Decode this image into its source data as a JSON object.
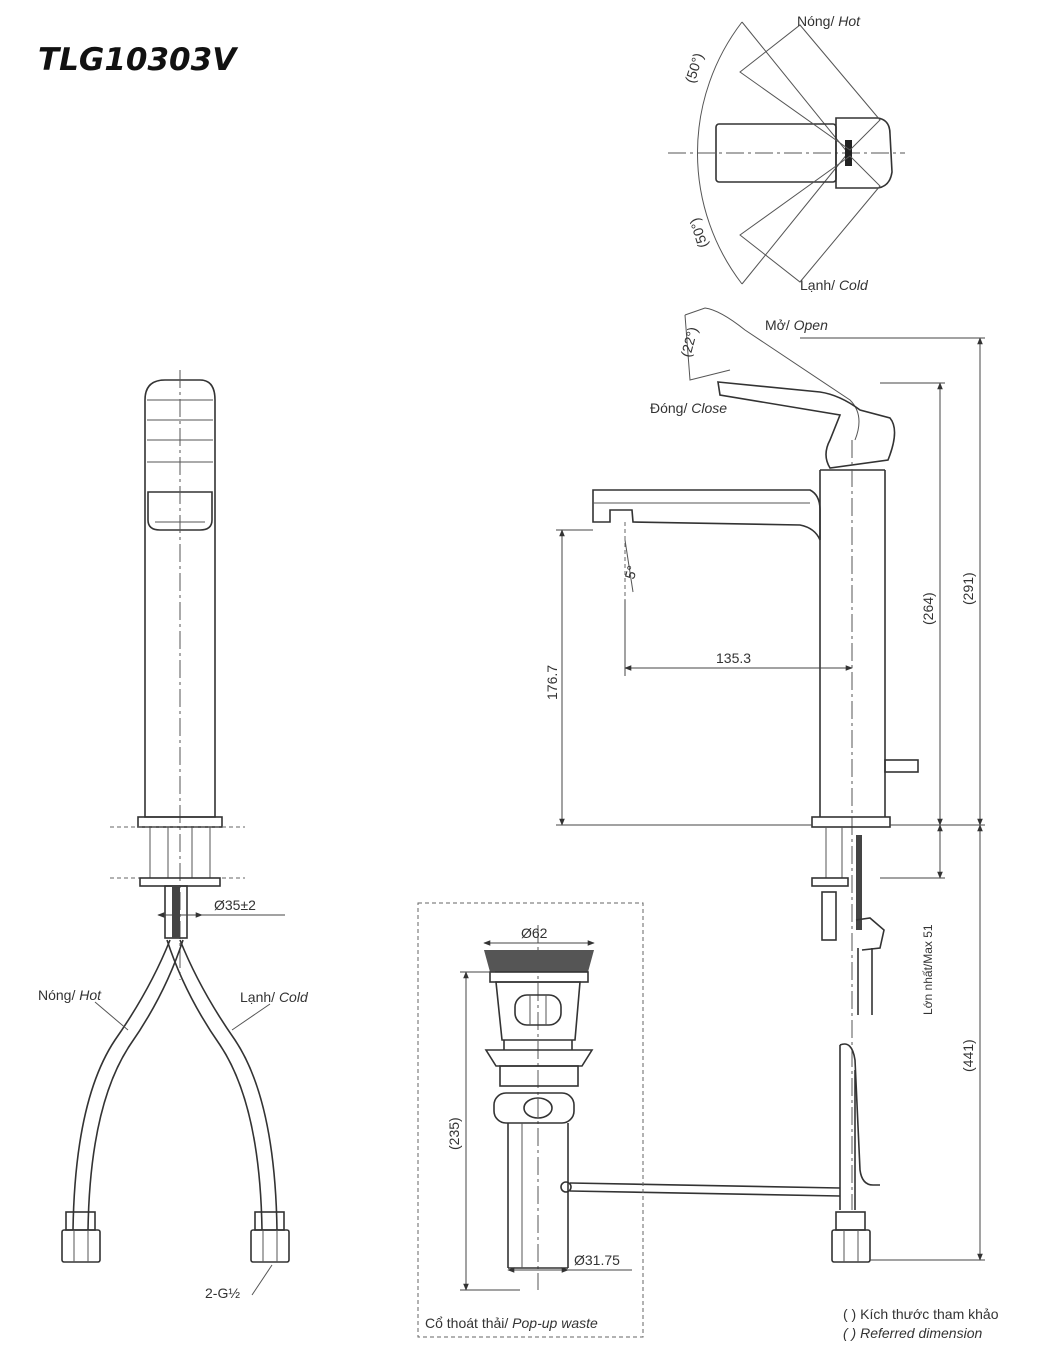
{
  "model": "TLG10303V",
  "handle_rotation": {
    "hot": {
      "vi": "Nóng/",
      "en": "Hot"
    },
    "cold": {
      "vi": "Lạnh/",
      "en": "Cold"
    },
    "hot_angle": "(50°)",
    "cold_angle": "(50°)"
  },
  "lever": {
    "open": {
      "vi": "Mở/",
      "en": "Open"
    },
    "close": {
      "vi": "Đóng/",
      "en": "Close"
    },
    "angle": "(22°)",
    "spout_angle": "5°"
  },
  "front_view": {
    "hole_dia": "Ø35±2",
    "hot": {
      "vi": "Nóng/",
      "en": "Hot"
    },
    "cold": {
      "vi": "Lạnh/",
      "en": "Cold"
    },
    "thread": "2-G½"
  },
  "side_view": {
    "reach": "135.3",
    "spout_height": "176.7",
    "height_264": "(264)",
    "height_291": "(291)",
    "height_441": "(441)",
    "deck_max": "Lớn nhất/Max 51"
  },
  "popup": {
    "flange_dia": "Ø62",
    "height": "(235)",
    "tail_dia": "Ø31.75",
    "caption_vi": "Cổ thoát thải/",
    "caption_en": "Pop-up waste"
  },
  "legend": {
    "line1": "( ) Kích thước tham khảo",
    "line2": "( ) Referred dimension"
  }
}
